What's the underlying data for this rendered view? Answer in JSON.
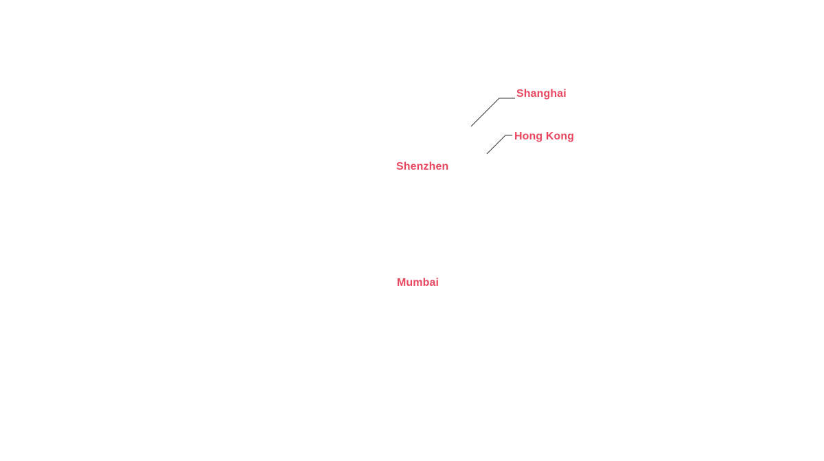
{
  "map": {
    "label_color": "#e8475f",
    "leader_color": "#333333",
    "cities": [
      {
        "id": "shanghai",
        "name": "Shanghai",
        "has_leader": true
      },
      {
        "id": "hong-kong",
        "name": "Hong Kong",
        "has_leader": true
      },
      {
        "id": "shenzhen",
        "name": "Shenzhen",
        "has_leader": false
      },
      {
        "id": "mumbai",
        "name": "Mumbai",
        "has_leader": false
      }
    ]
  }
}
